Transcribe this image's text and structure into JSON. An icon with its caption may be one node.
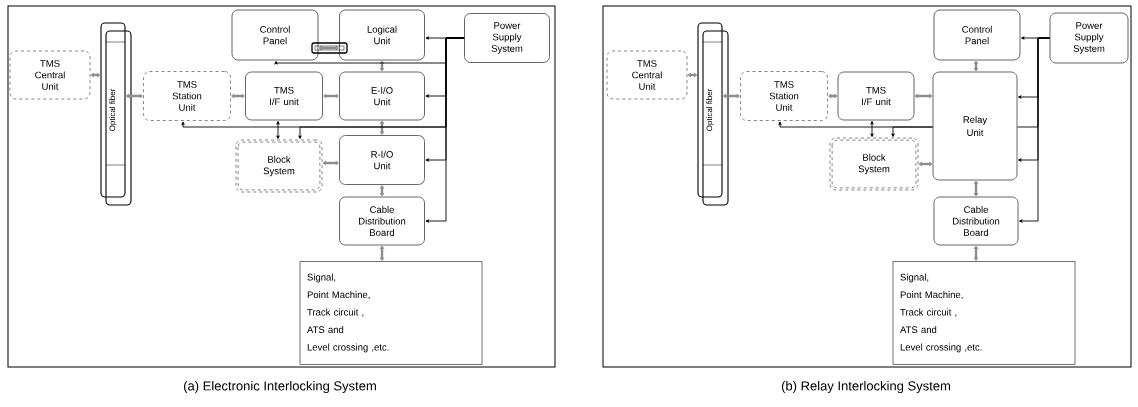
{
  "diagram": {
    "nodes": [
      {
        "text": [
          "TMS Central Unit"
        ]
      },
      {
        "text": [
          "Optical fiber"
        ]
      },
      {
        "text": [
          "TMS Station Unit"
        ]
      },
      {
        "text": [
          "Control Panel"
        ]
      },
      {
        "text": [
          "Logical Unit"
        ]
      },
      {
        "text": [
          "Power Supply System"
        ]
      },
      {
        "text": [
          "TMS I/F unit"
        ]
      },
      {
        "text": [
          "E-I/O Unit"
        ]
      },
      {
        "text": [
          "Block System"
        ]
      },
      {
        "text": [
          "R-I/O Unit"
        ]
      },
      {
        "text": [
          "Cable Distribution Board"
        ]
      },
      {
        "text": [
          "Signal,",
          "Point Machine,",
          "Track circuit ,",
          "ATS and",
          "Level crossing  ,etc."
        ]
      },
      {
        "text": [
          "TMS Central Unit"
        ]
      },
      {
        "text": [
          "Optical fiber"
        ]
      },
      {
        "text": [
          "TMS Station Unit"
        ]
      },
      {
        "text": [
          "Control Panel"
        ]
      },
      {
        "text": [
          "Power Supply System"
        ]
      },
      {
        "text": [
          "TMS I/F unit"
        ]
      },
      {
        "text": [
          "Relay Unit"
        ]
      },
      {
        "text": [
          "Block System"
        ]
      },
      {
        "text": [
          "Cable Distribution Board"
        ]
      },
      {
        "text": [
          "Signal,",
          "Point Machine,",
          "Track circuit ,",
          "ATS and",
          "Level crossing  ,etc."
        ]
      }
    ],
    "edges": [
      {
        "from": 0,
        "to": 1,
        "arrow": "both"
      },
      {
        "from": 1,
        "to": 2,
        "arrow": "both"
      },
      {
        "from": 2,
        "to": 6,
        "arrow": "both"
      },
      {
        "from": 3,
        "to": 4,
        "arrow": "both"
      },
      {
        "from": 4,
        "to": 7,
        "arrow": "both"
      },
      {
        "from": 7,
        "to": 6,
        "arrow": "both"
      },
      {
        "from": 7,
        "to": 9,
        "arrow": "both"
      },
      {
        "from": 8,
        "to": 9,
        "arrow": "both"
      },
      {
        "from": 9,
        "to": 10,
        "arrow": "both"
      },
      {
        "from": 10,
        "to": 11,
        "arrow": "both"
      },
      {
        "from": 5,
        "to": 4,
        "arrow": "to",
        "color": "#000000"
      },
      {
        "from": 5,
        "to": 7,
        "arrow": "to",
        "color": "#000000"
      },
      {
        "from": 5,
        "to": 9,
        "arrow": "to",
        "color": "#000000"
      },
      {
        "from": 5,
        "to": 10,
        "arrow": "to",
        "color": "#000000"
      },
      {
        "from": 5,
        "to": 3,
        "arrow": "to",
        "color": "#000000"
      },
      {
        "from": 5,
        "to": 2,
        "arrow": "to",
        "color": "#000000"
      },
      {
        "from": 5,
        "to": 8,
        "arrow": "to",
        "color": "#000000"
      },
      {
        "from": 6,
        "to": 8,
        "arrow": "both",
        "color": "#000000"
      },
      {
        "from": 12,
        "to": 13,
        "arrow": "both"
      },
      {
        "from": 13,
        "to": 14,
        "arrow": "both"
      },
      {
        "from": 14,
        "to": 17,
        "arrow": "both"
      },
      {
        "from": 15,
        "to": 18,
        "arrow": "both"
      },
      {
        "from": 17,
        "to": 18,
        "arrow": "both"
      },
      {
        "from": 19,
        "to": 18,
        "arrow": "both"
      },
      {
        "from": 18,
        "to": 20,
        "arrow": "both"
      },
      {
        "from": 20,
        "to": 21,
        "arrow": "both"
      },
      {
        "from": 16,
        "to": 15,
        "arrow": "to",
        "color": "#000000"
      },
      {
        "from": 16,
        "to": 18,
        "arrow": "to",
        "color": "#000000"
      },
      {
        "from": 16,
        "to": 18,
        "arrow": "to",
        "color": "#000000"
      },
      {
        "from": 16,
        "to": 20,
        "arrow": "to",
        "color": "#000000"
      },
      {
        "from": 16,
        "to": 18,
        "arrow": "none",
        "color": "#000000"
      },
      {
        "from": 18,
        "to": 14,
        "arrow": "to",
        "color": "#000000"
      },
      {
        "from": 18,
        "to": 19,
        "arrow": "to",
        "color": "#000000"
      },
      {
        "from": 17,
        "to": 19,
        "arrow": "both",
        "color": "#000000"
      }
    ],
    "labels": [
      "(a) Electronic Interlocking System",
      "(b) Relay Interlocking System"
    ]
  }
}
